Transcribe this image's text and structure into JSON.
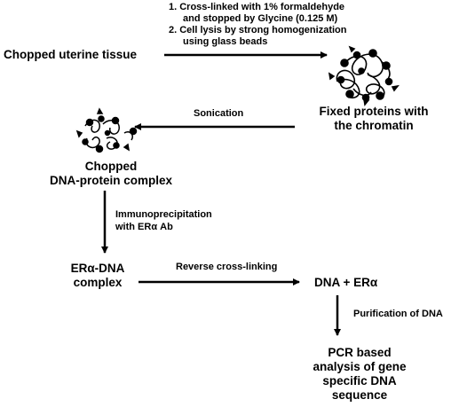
{
  "steps": {
    "crosslink_instructions": [
      "1.  Cross-linked with 1% formaldehyde",
      "and stopped by Glycine (0.125 M)",
      "2.  Cell lysis by strong homogenization",
      "using glass beads"
    ],
    "start_label": "Chopped uterine tissue",
    "fixed_label": [
      "Fixed proteins with",
      "the chromatin"
    ],
    "sonication_label": "Sonication",
    "chopped_label": [
      "Chopped",
      "DNA-protein complex"
    ],
    "ip_label": [
      "Immunoprecipitation",
      "with ERα Ab"
    ],
    "complex_label": [
      "ERα-DNA",
      "complex"
    ],
    "reverse_label": "Reverse cross-linking",
    "result_label": "DNA  +  ERα",
    "purification_label": "Purification of DNA",
    "final_label": [
      "PCR based",
      "analysis of gene",
      "specific DNA",
      "sequence"
    ]
  },
  "icons": {
    "chromatin_large": "chromatin-cluster-icon",
    "chromatin_small": "chopped-chromatin-icon"
  },
  "colors": {
    "ink": "#000000",
    "background": "#ffffff"
  }
}
